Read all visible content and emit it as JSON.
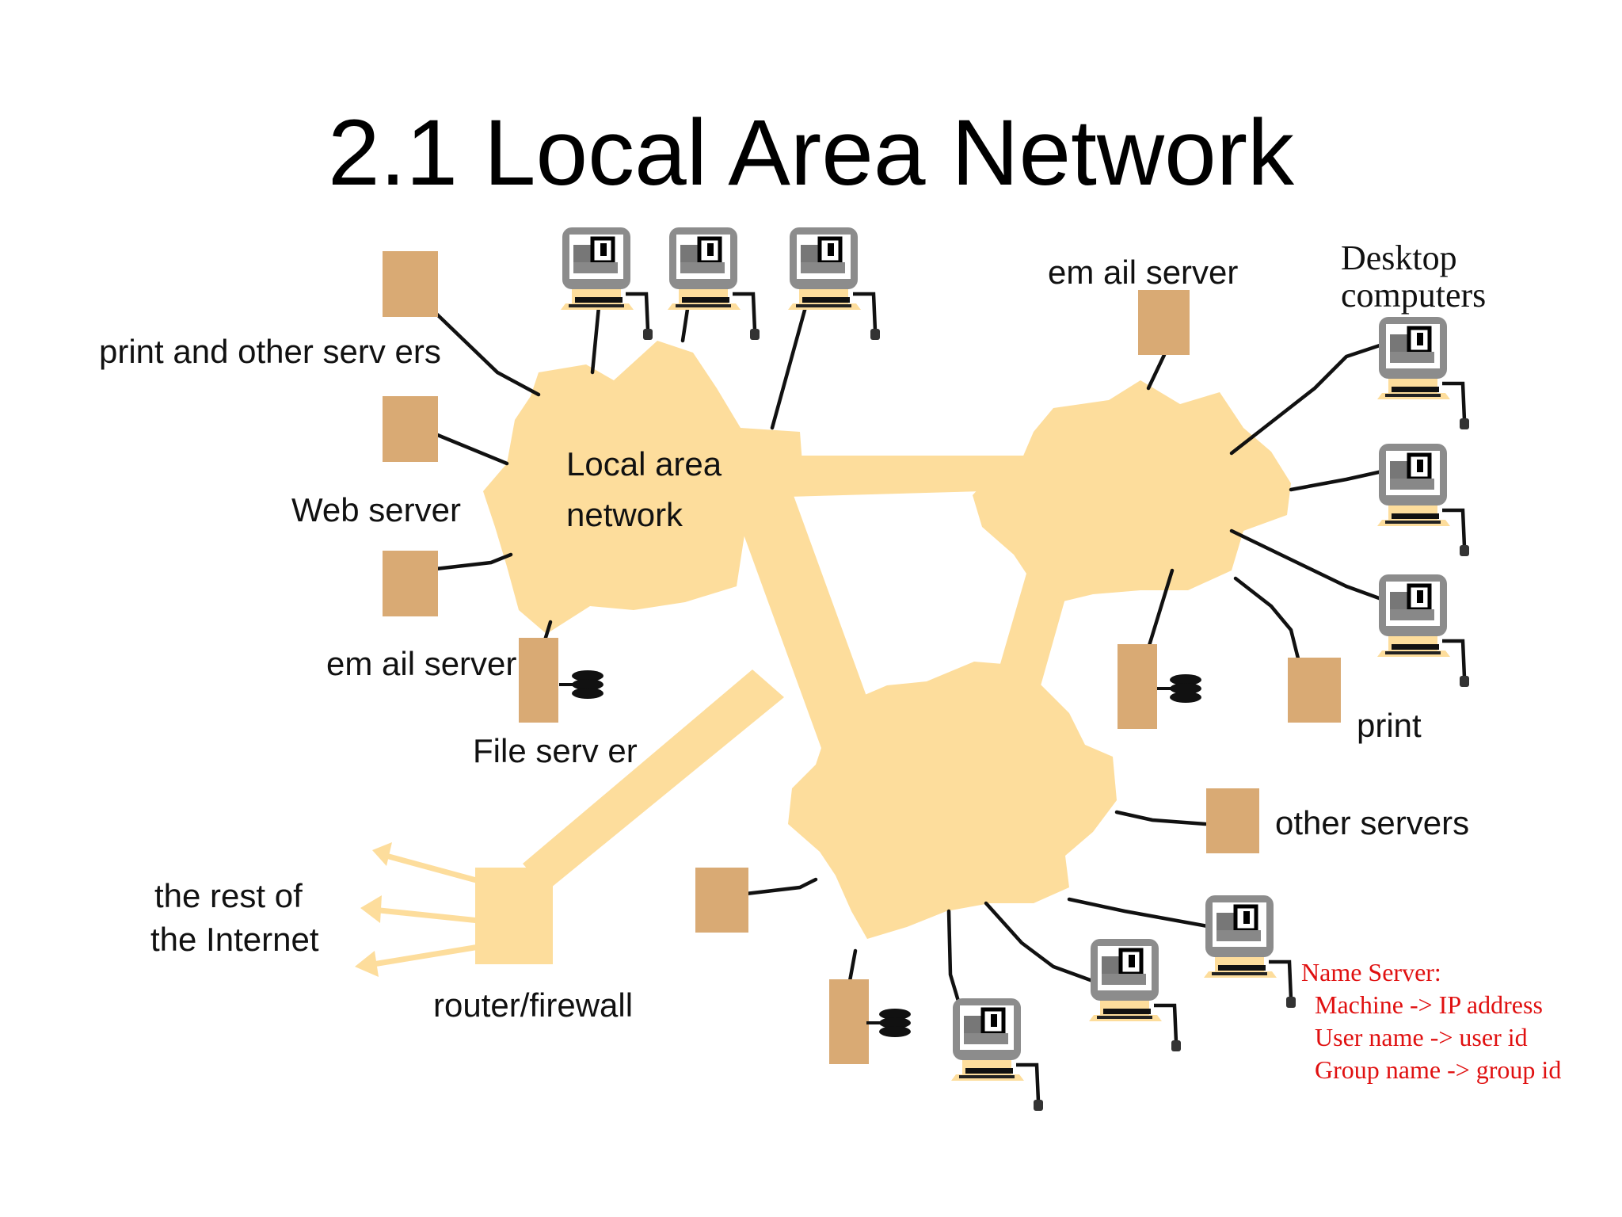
{
  "title": "2.1 Local Area Network",
  "colors": {
    "cloud": "#fddd9c",
    "server_box": "#d9aa74",
    "name_server_text": "#e01010"
  },
  "labels": {
    "print_and_other_servers": "print  and other serv ers",
    "web_server": "Web  server",
    "email_server_left": "em ail server",
    "file_server": "File serv er",
    "local_area_network": [
      "Local area",
      "network"
    ],
    "email_server_top": "em ail server",
    "desktop_computers": [
      "Desktop",
      "computers"
    ],
    "print": "print",
    "other_servers": "other servers",
    "rest_of_internet": [
      "the rest of",
      "the Internet"
    ],
    "router_firewall": "router/firewall"
  },
  "name_server": [
    "Name Server:",
    "Machine -> IP address",
    "User name -> user id",
    "Group name -> group id"
  ],
  "icons": [
    "desktop-computer-icon",
    "server-box-icon",
    "disk-stack-icon",
    "arrow-icon"
  ]
}
